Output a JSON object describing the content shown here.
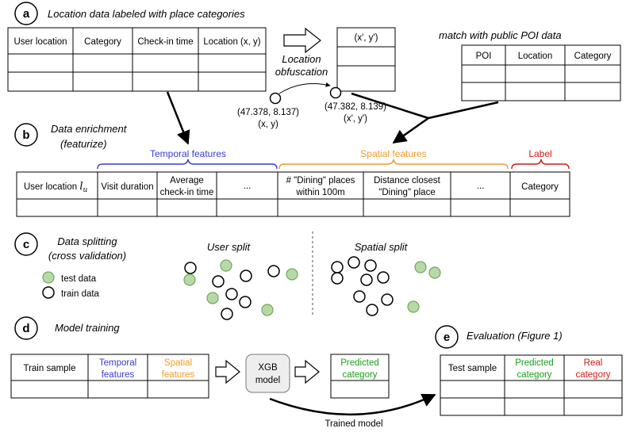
{
  "colors": {
    "temporal": "#3a3ad6",
    "spatial": "#f09a2a",
    "label": "#d11a1a",
    "predicted": "#1aa01a",
    "real": "#d11a1a",
    "test_fill": "#b7d9a8",
    "test_stroke": "#70a85c"
  },
  "panel_a": {
    "letter": "a",
    "title": "Location data labeled with place categories",
    "table_headers": [
      "User location",
      "Category",
      "Check-in time",
      "Location (x, y)"
    ],
    "obf_header": "(x', y')",
    "obfuscation_label": [
      "Location",
      "obfuscation"
    ],
    "orig_coord": [
      "(47.378, 8.137)",
      "(x, y)"
    ],
    "new_coord": [
      "(47.382, 8.139)",
      "(x', y')"
    ],
    "poi_title": "match with public POI data",
    "poi_headers": [
      "POI",
      "Location",
      "Category"
    ]
  },
  "panel_b": {
    "letter": "b",
    "title": [
      "Data enrichment",
      "(featurize)"
    ],
    "temporal_label": "Temporal features",
    "spatial_label": "Spatial features",
    "label_label": "Label",
    "headers": {
      "user_location": "User location",
      "user_symbol": "l",
      "user_subscript": "u",
      "visit_duration": "Visit duration",
      "avg_checkin": [
        "Average",
        "check-in time"
      ],
      "ellipsis1": "...",
      "dining_places": [
        "# \"Dining\" places",
        "within 100m"
      ],
      "distance": [
        "Distance closest",
        "\"Dining\" place"
      ],
      "ellipsis2": "...",
      "category": "Category"
    }
  },
  "panel_c": {
    "letter": "c",
    "title": [
      "Data splitting",
      "(cross validation)"
    ],
    "legend_test": "test data",
    "legend_train": "train data",
    "user_split": "User split",
    "spatial_split": "Spatial split"
  },
  "panel_d": {
    "letter": "d",
    "title": "Model training",
    "train_headers": [
      "Train sample",
      [
        "Temporal",
        "features"
      ],
      [
        "Spatial",
        "features"
      ]
    ],
    "model": [
      "XGB",
      "model"
    ],
    "pred_header": [
      "Predicted",
      "category"
    ],
    "trained_model": "Trained model"
  },
  "panel_e": {
    "letter": "e",
    "title": "Evaluation (Figure 1)",
    "headers": [
      "Test sample",
      [
        "Predicted",
        "category"
      ],
      [
        "Real",
        "category"
      ]
    ]
  }
}
